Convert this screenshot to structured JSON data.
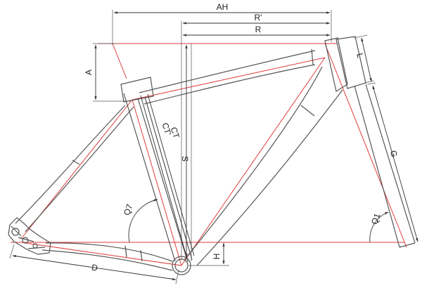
{
  "colors": {
    "frame_outline": "#555555",
    "centerline": "#e23b3b",
    "dimension": "#333333",
    "background": "#ffffff"
  },
  "dimensions": {
    "AH": "AH",
    "R_prime": "R'",
    "R": "R",
    "A": "A",
    "L": "L",
    "CT": "CT",
    "CT_prime": "CT'",
    "S": "S",
    "G": "G",
    "Q7": "Q7",
    "Q1": "Q1",
    "D": "D",
    "H": "H"
  }
}
